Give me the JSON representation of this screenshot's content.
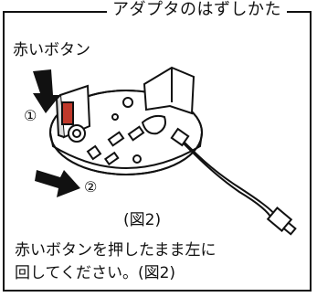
{
  "diagram": {
    "title": "アダプタのはずしかた",
    "label_red_button": "赤いボタン",
    "step_1": "①",
    "step_2": "②",
    "figure_caption": "(図2)",
    "instruction_line1": "赤いボタンを押したまま左に",
    "instruction_line2": "回してください。(図2)"
  }
}
